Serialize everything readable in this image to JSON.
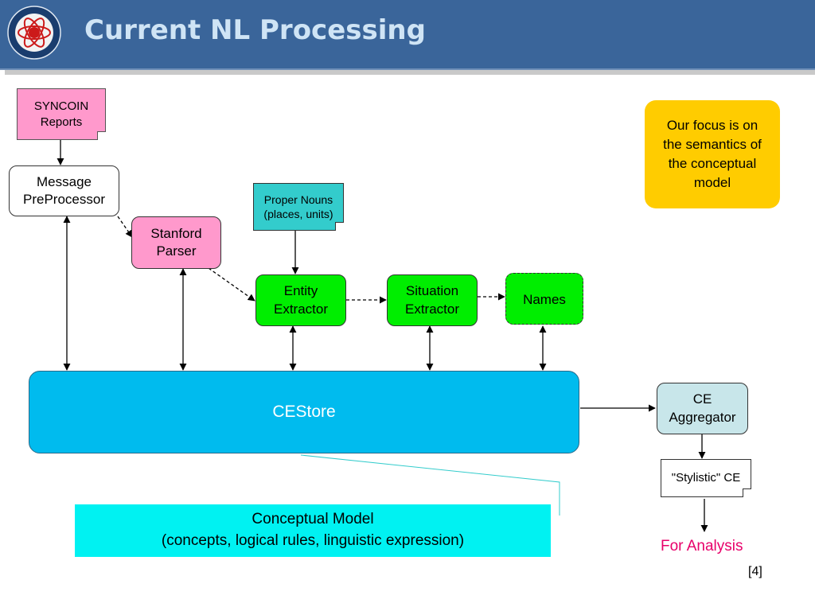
{
  "header": {
    "title": "Current NL Processing",
    "logo_icon": "ita-logo-icon"
  },
  "nodes": {
    "syncoin": "SYNCOIN Reports",
    "preprocessor": "Message PreProcessor",
    "stanford": "Stanford Parser",
    "proper_nouns": "Proper Nouns (places, units)",
    "entity": "Entity Extractor",
    "situation": "Situation Extractor",
    "names": "Names",
    "cestore": "CEStore",
    "aggregator": "CE Aggregator",
    "stylistic": "\"Stylistic\" CE"
  },
  "focus_note": "Our focus is on the semantics of the conceptual model",
  "conceptual_model": {
    "line1": "Conceptual Model",
    "line2": "(concepts, logical rules, linguistic expression)"
  },
  "for_analysis": "For Analysis",
  "reference": "[4]",
  "colors": {
    "header": "#3a659a",
    "pink": "#ff99cc",
    "green": "#00ee00",
    "teal": "#33cccc",
    "cestore": "#00bbee",
    "aggregator": "#c8e6ea",
    "focus": "#ffcc00",
    "concept": "#00f2f2",
    "for_analysis": "#e8006a"
  }
}
